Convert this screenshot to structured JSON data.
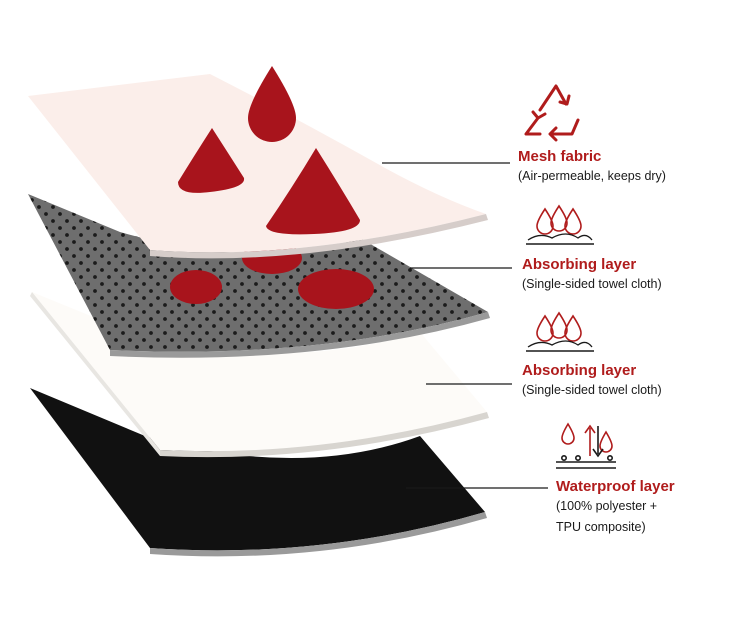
{
  "colors": {
    "accent_red": "#b01c1c",
    "drop_red": "#a8141c",
    "mesh_fill": "#fbeeea",
    "absorb_gray": "#6e6e6e",
    "absorb_white": "#fdfbf8",
    "waterproof_black": "#111111",
    "edge_gray": "#9a9a9a"
  },
  "layers": [
    {
      "title": "Mesh fabric",
      "subtitle": [
        "(Air-permeable, keeps dry)"
      ],
      "icon": "recycle-arrows-icon"
    },
    {
      "title": "Absorbing layer",
      "subtitle": [
        "(Single-sided towel cloth)"
      ],
      "icon": "absorbing-drops-icon"
    },
    {
      "title": "Absorbing layer",
      "subtitle": [
        "(Single-sided towel cloth)"
      ],
      "icon": "absorbing-drops-icon"
    },
    {
      "title": "Waterproof layer",
      "subtitle": [
        "(100% polyester +",
        "TPU composite)"
      ],
      "icon": "waterproof-barrier-icon"
    }
  ]
}
